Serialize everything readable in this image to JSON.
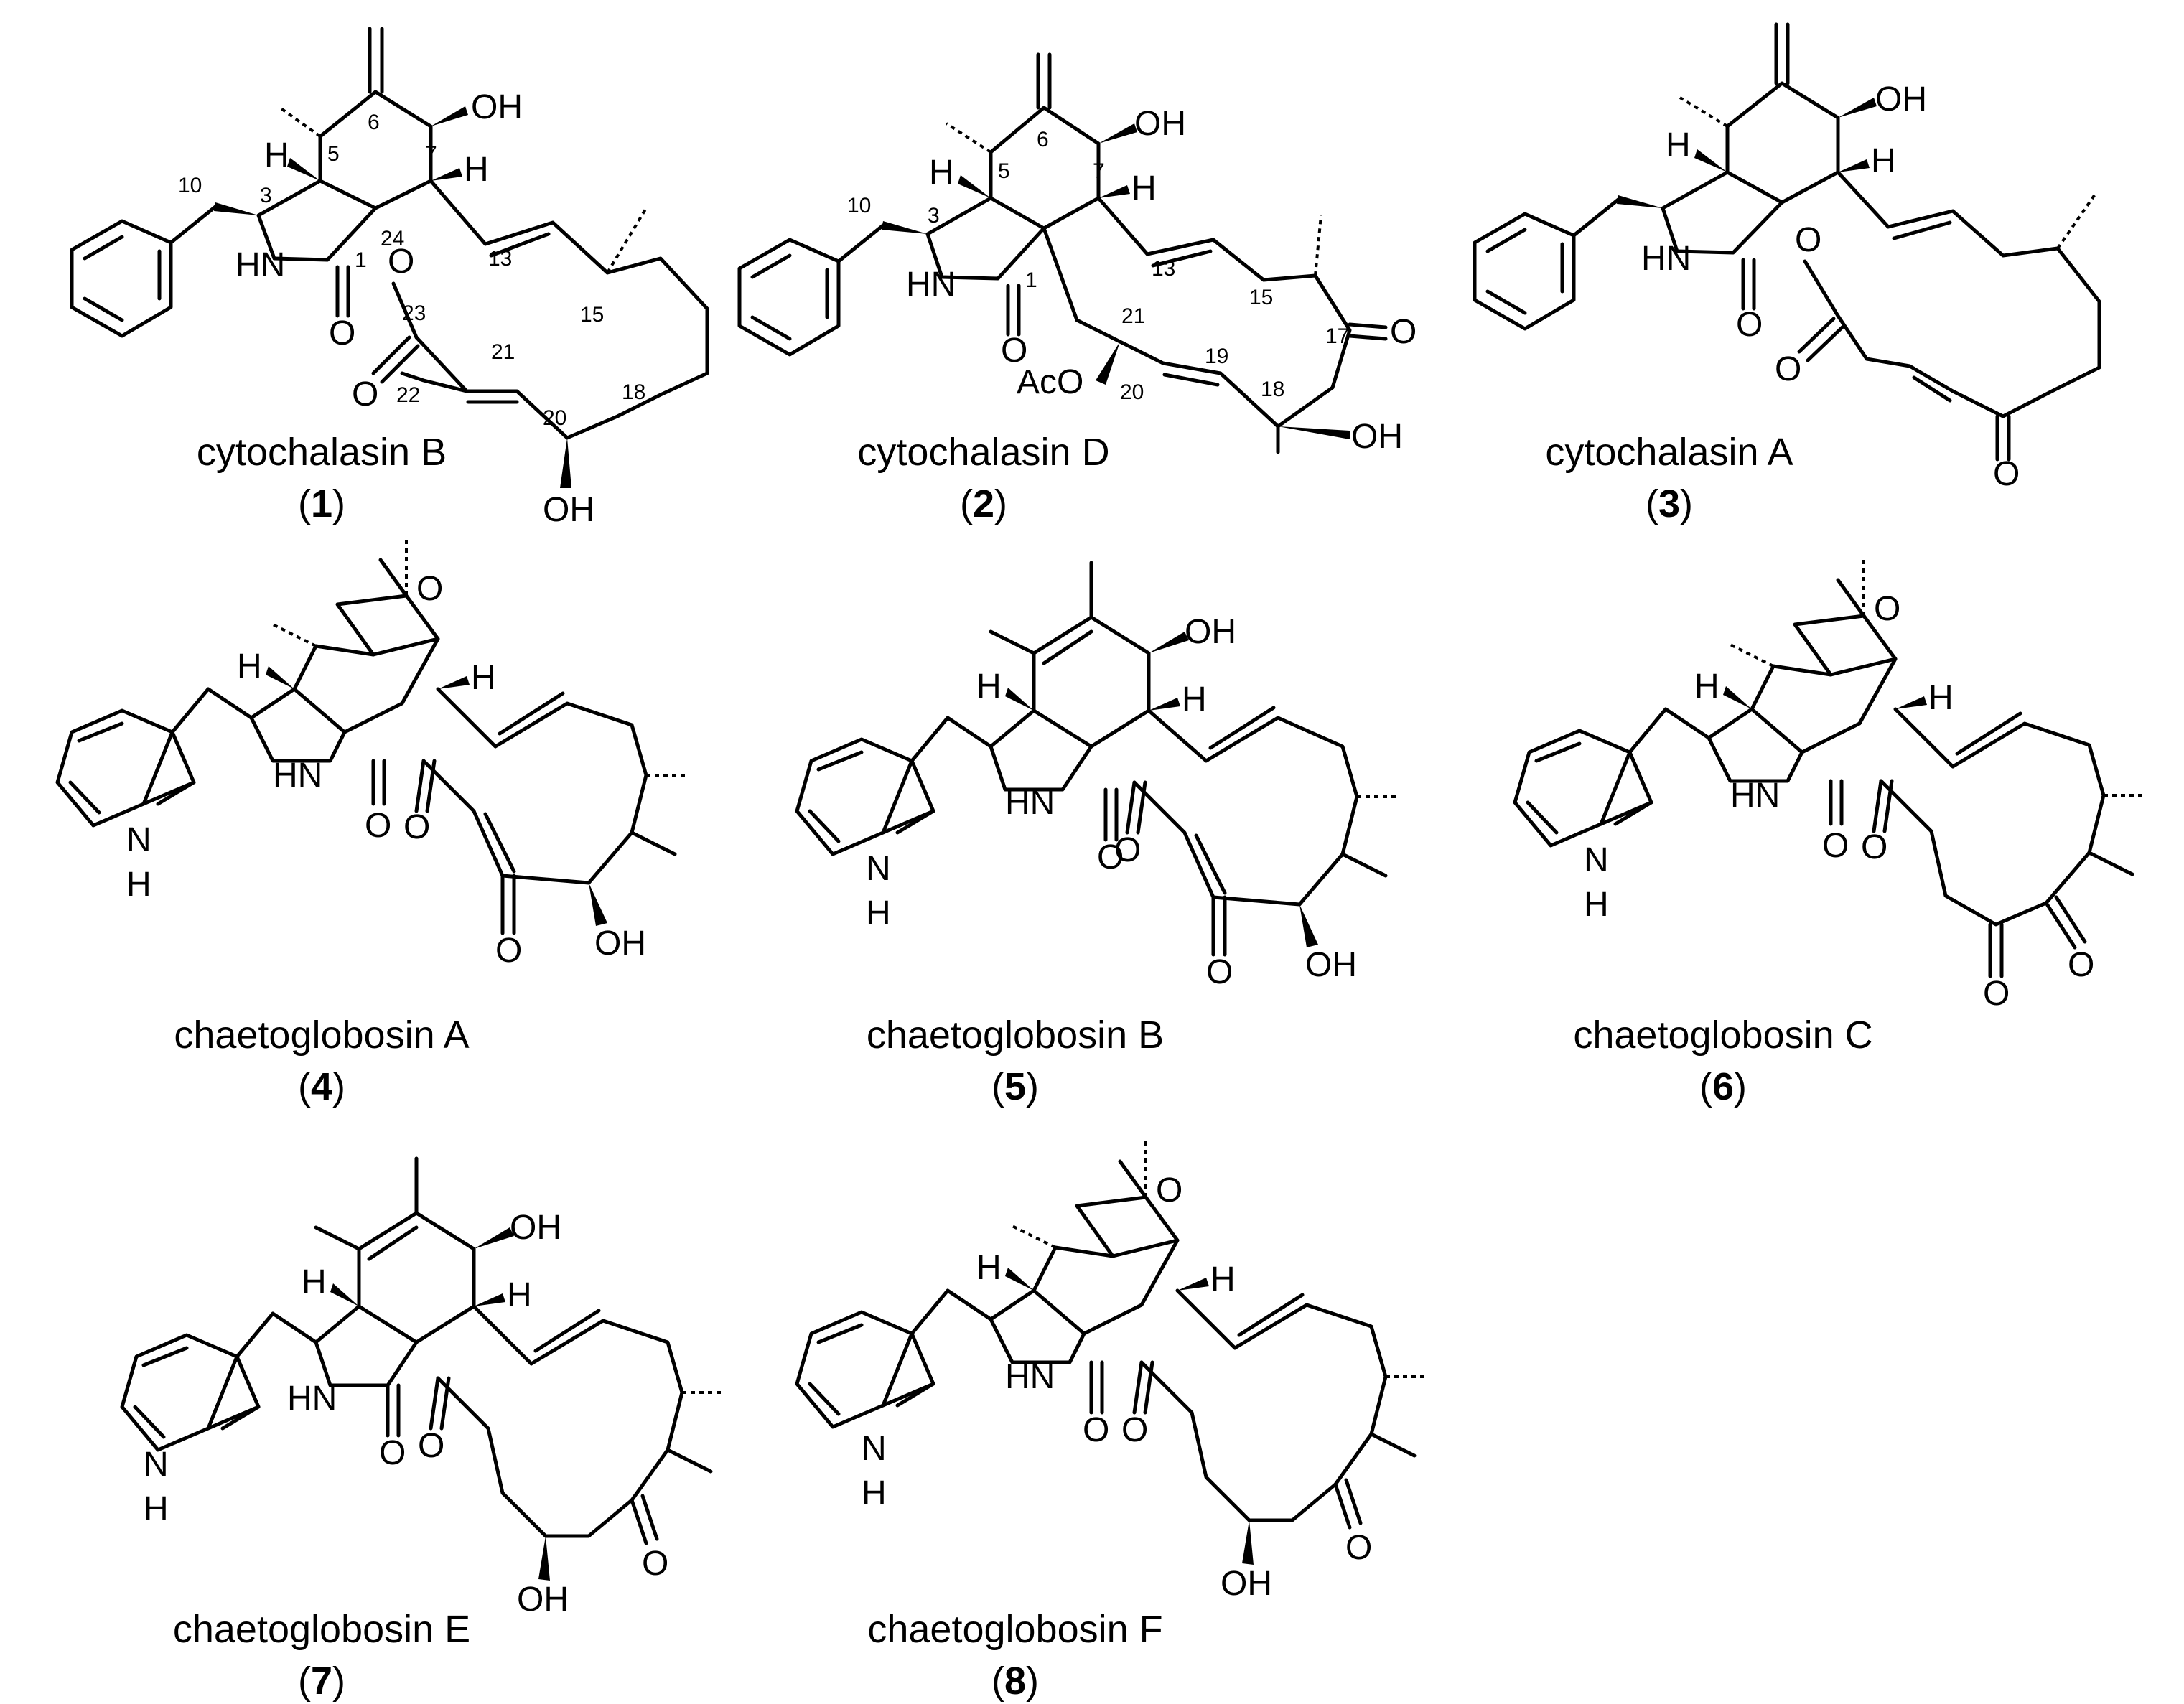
{
  "compounds": [
    {
      "name": "cytochalasin B",
      "number": "1"
    },
    {
      "name": "cytochalasin D",
      "number": "2"
    },
    {
      "name": "cytochalasin A",
      "number": "3"
    },
    {
      "name": "chaetoglobosin A",
      "number": "4"
    },
    {
      "name": "chaetoglobosin B",
      "number": "5"
    },
    {
      "name": "chaetoglobosin C",
      "number": "6"
    },
    {
      "name": "chaetoglobosin E",
      "number": "7"
    },
    {
      "name": "chaetoglobosin F",
      "number": "8"
    }
  ],
  "atom_labels": {
    "oh": "OH",
    "h": "H",
    "hn": "HN",
    "nh": "N",
    "o": "O",
    "aco": "AcO"
  },
  "locants": {
    "c1": [
      "10",
      "3",
      "5",
      "6",
      "7",
      "1",
      "24",
      "13",
      "15",
      "23",
      "21",
      "22",
      "20",
      "18"
    ],
    "c2": [
      "10",
      "3",
      "5",
      "6",
      "7",
      "1",
      "13",
      "15",
      "17",
      "21",
      "19",
      "20",
      "18"
    ]
  },
  "paren_open": "(",
  "paren_close": ")"
}
